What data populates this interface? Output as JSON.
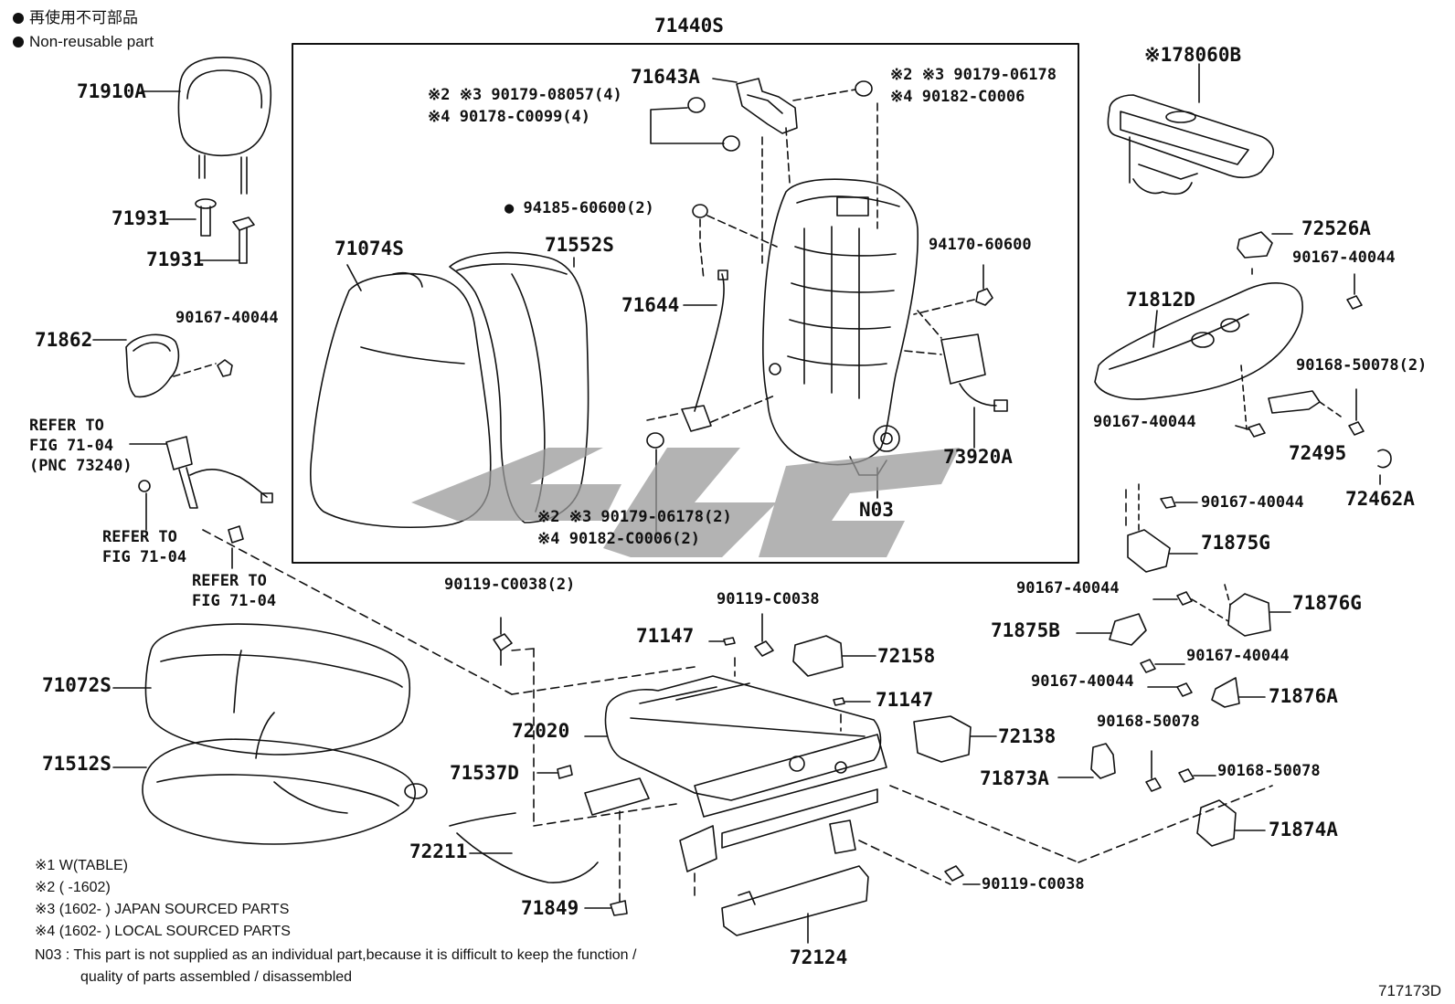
{
  "legend": {
    "bullet": "●",
    "line1": "再使用不可部品",
    "line2": "Non-reusable part"
  },
  "frame_label": "71440S",
  "parts": {
    "p71910A": "71910A",
    "p71931a": "71931",
    "p71931b": "71931",
    "p71862": "71862",
    "p90167_40044_a": "90167-40044",
    "ref_belt": [
      "REFER TO",
      "FIG 71-04",
      "(PNC 73240)"
    ],
    "ref_b": [
      "REFER TO",
      "FIG 71-04"
    ],
    "ref_c": [
      "REFER TO",
      "FIG 71-04"
    ],
    "p71072S": "71072S",
    "p71512S": "71512S",
    "p71074S": "71074S",
    "p71552S": "71552S",
    "p71643A": "71643A",
    "bolt_top_left": [
      "※2 ※3  90179-08057(4)",
      "※4       90178-C0099(4)"
    ],
    "bolt_top_right": [
      "※2 ※3   90179-06178",
      "※4        90182-C0006"
    ],
    "p94185": "94185-60600(2)",
    "p71644": "71644",
    "p94170": "94170-60600",
    "p73920A": "73920A",
    "pN03": "N03",
    "bolt_bottom": [
      "※2 ※3  90179-06178(2)",
      "※4       90182-C0006(2)"
    ],
    "p78060B": "78060B",
    "p78060B_mark": "※1",
    "p72526A": "72526A",
    "p90167_40044_b": "90167-40044",
    "p71812D": "71812D",
    "p90168_50078_2": "90168-50078(2)",
    "p90167_40044_c": "90167-40044",
    "p72495": "72495",
    "p72462A": "72462A",
    "p90167_40044_d": "90167-40044",
    "p71875G": "71875G",
    "p90167_40044_e": "90167-40044",
    "p71876G": "71876G",
    "p71875B": "71875B",
    "p90167_40044_f": "90167-40044",
    "p90167_40044_g": "90167-40044",
    "p71876A": "71876A",
    "p90168_50078_a": "90168-50078",
    "p71873A": "71873A",
    "p90168_50078_b": "90168-50078",
    "p71874A": "71874A",
    "p90119_2": "90119-C0038(2)",
    "p90119_a": "90119-C0038",
    "p71147_a": "71147",
    "p72158": "72158",
    "p71147_b": "71147",
    "p72020": "72020",
    "p72138": "72138",
    "p71537D": "71537D",
    "p72211": "72211",
    "p71849": "71849",
    "p72124": "72124",
    "p90119_b": "90119-C0038"
  },
  "notes": {
    "n1": "※1  W(TABLE)",
    "n2": "※2 (        -1602)",
    "n3": "※3 (1602-        ) JAPAN SOURCED PARTS",
    "n4": "※4 (1602-        ) LOCAL SOURCED PARTS",
    "n03a": "N03 : This part is not supplied as an individual part,because it is difficult to keep the function /",
    "n03b": "quality of parts assembled / disassembled"
  },
  "figure_code": "717173D",
  "colors": {
    "line": "#111111",
    "watermark": "#9a9a9a"
  }
}
